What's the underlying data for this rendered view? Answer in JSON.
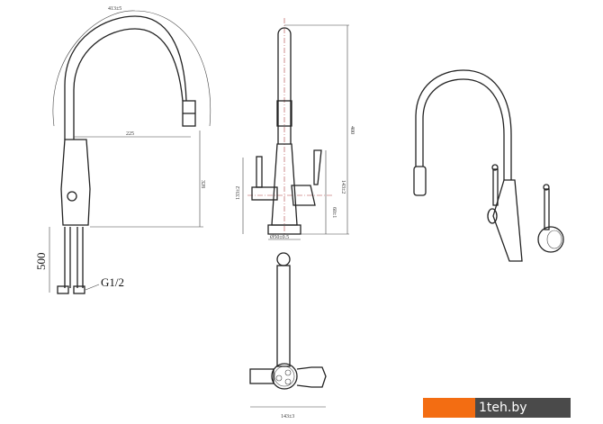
{
  "dimensions": {
    "arc_radius": "413±5",
    "reach": "225",
    "spout_height": "328",
    "total_height": "400",
    "left_handle_height": "133±2",
    "right_handle_height": "143±2",
    "base_height": "60±1",
    "base_diameter": "Ø50±0.5",
    "hose_length": "500",
    "thread": "G1/2",
    "top_width": "143±3"
  },
  "watermark": "1teh.by"
}
